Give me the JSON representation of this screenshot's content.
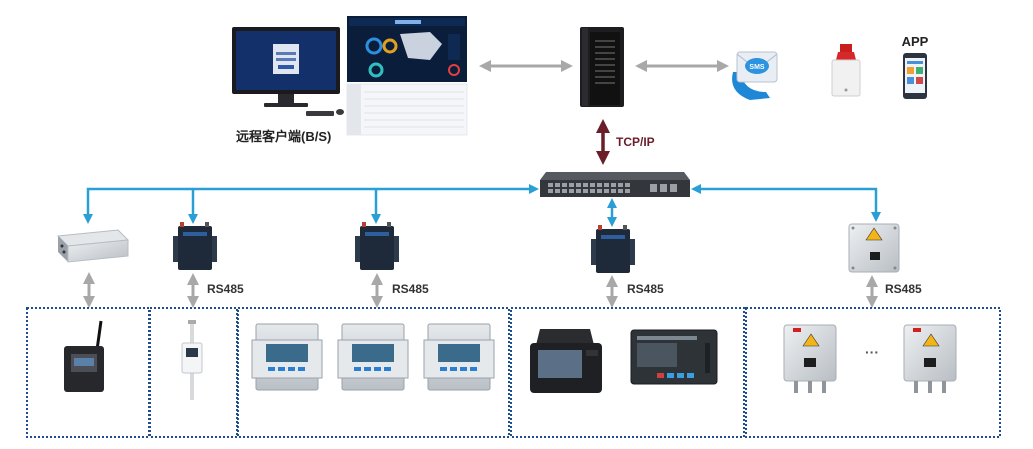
{
  "labels": {
    "remote_client": "远程客户端(B/S)",
    "tcp_ip": "TCP/IP",
    "app": "APP",
    "sms": "SMS",
    "rs485_1": "RS485",
    "rs485_2": "RS485",
    "rs485_3": "RS485",
    "rs485_4": "RS485",
    "ellipsis": "···"
  },
  "colors": {
    "blue_link": "#2a9fd6",
    "gray_link": "#a8a8a8",
    "tcp_arrow": "#6b1e2a",
    "group_border": "#1f4e8c"
  }
}
